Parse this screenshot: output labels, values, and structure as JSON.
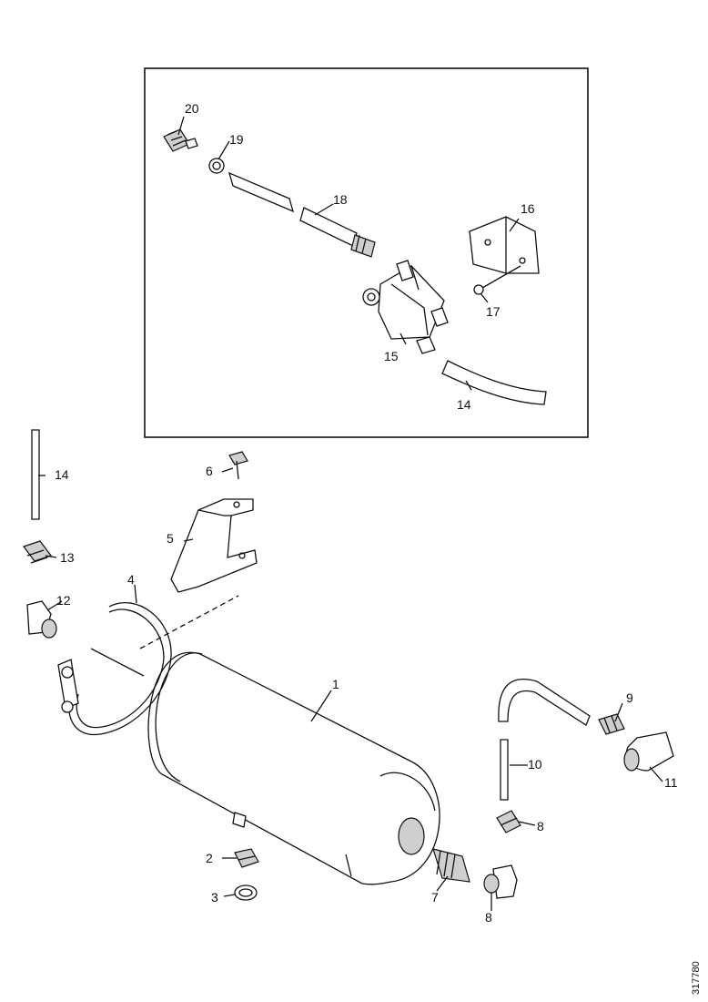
{
  "figure_number": "317780",
  "callouts": {
    "c1": "1",
    "c2": "2",
    "c3": "3",
    "c4": "4",
    "c5": "5",
    "c6": "6",
    "c7": "7",
    "c8": "8",
    "c8b": "8",
    "c9": "9",
    "c10": "10",
    "c11": "11",
    "c12": "12",
    "c13": "13",
    "c14a": "14",
    "c14b": "14",
    "c15": "15",
    "c16": "16",
    "c17": "17",
    "c18": "18",
    "c19": "19",
    "c20": "20"
  },
  "colors": {
    "line": "#111111",
    "background": "#ffffff",
    "fill_shade": "#cfcfcf"
  }
}
